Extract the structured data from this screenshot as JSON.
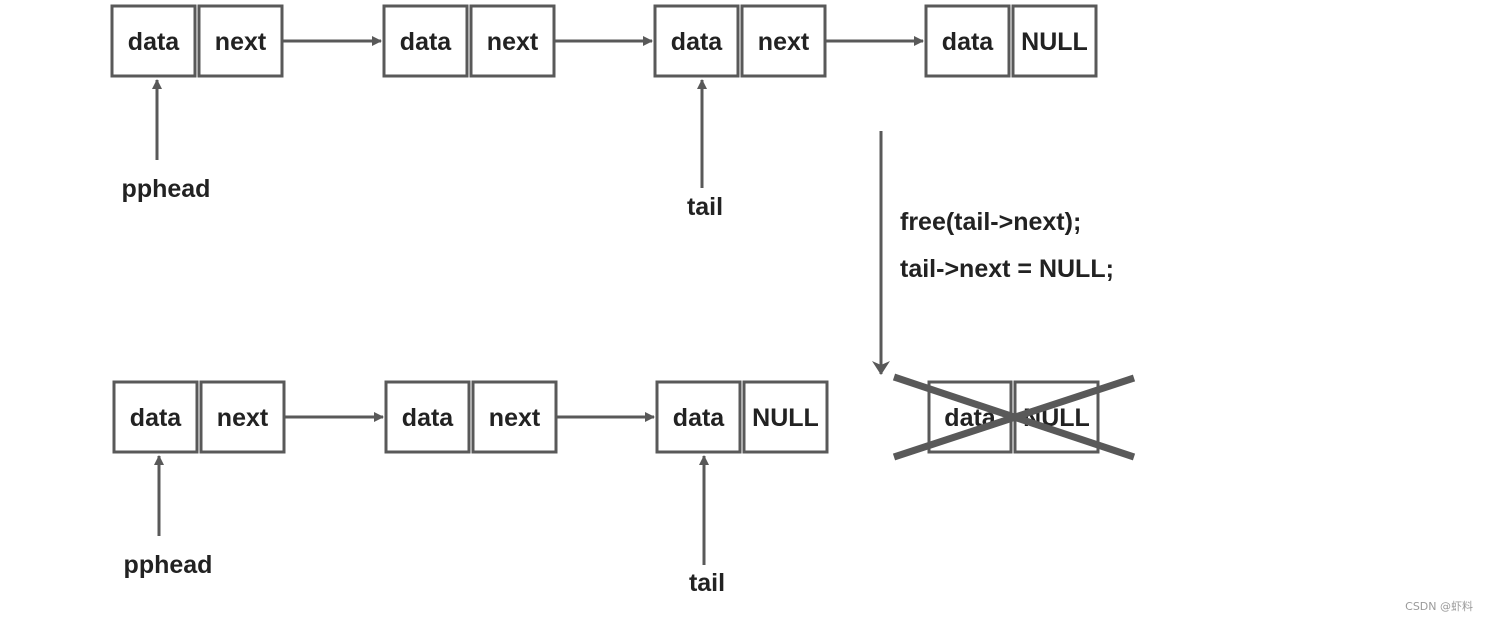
{
  "colors": {
    "stroke": "#595959",
    "text": "#222222",
    "background": "#ffffff",
    "watermark": "#9a9a9a"
  },
  "top_list": {
    "nodes": [
      {
        "data": "data",
        "next": "next"
      },
      {
        "data": "data",
        "next": "next"
      },
      {
        "data": "data",
        "next": "next"
      },
      {
        "data": "data",
        "next": "NULL"
      }
    ],
    "head_label": "pphead",
    "tail_label": "tail"
  },
  "operation": {
    "lines": [
      "free(tail->next);",
      "tail->next = NULL;"
    ]
  },
  "bottom_list": {
    "nodes": [
      {
        "data": "data",
        "next": "next"
      },
      {
        "data": "data",
        "next": "next"
      },
      {
        "data": "data",
        "next": "NULL"
      }
    ],
    "head_label": "pphead",
    "tail_label": "tail"
  },
  "freed_node": {
    "data": "data",
    "next": "NULL"
  },
  "watermark": "CSDN @虾料"
}
